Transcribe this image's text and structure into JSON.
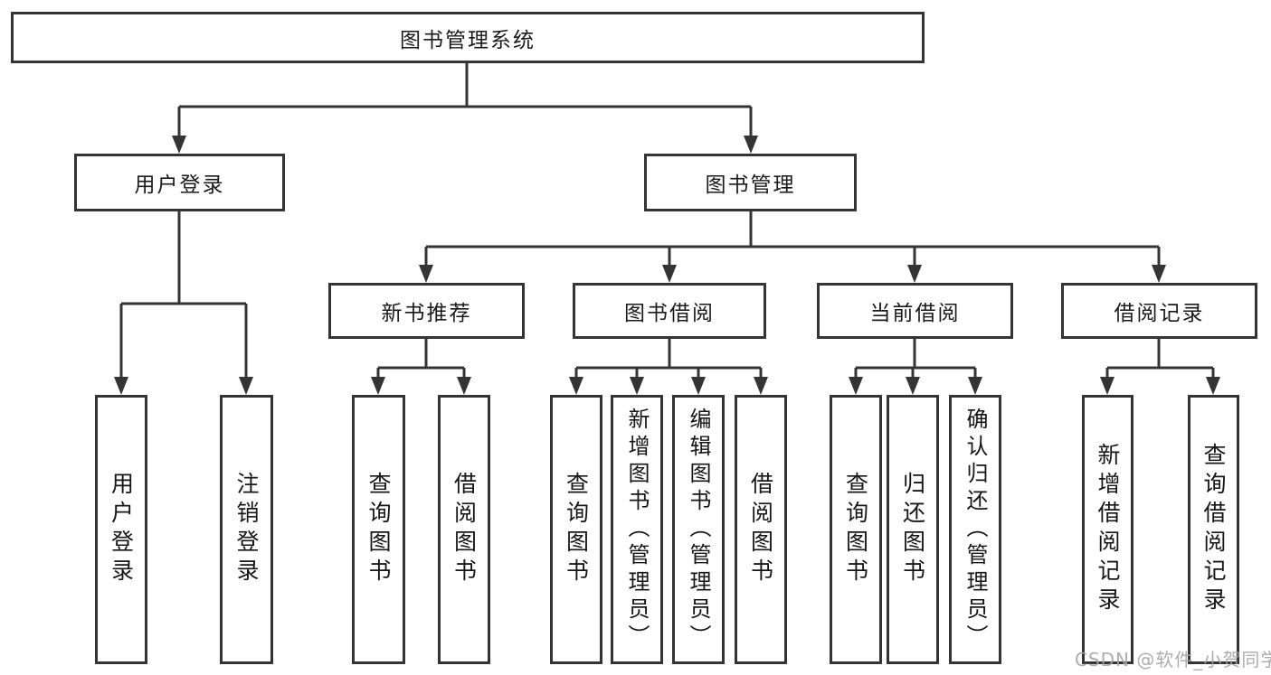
{
  "diagram": {
    "root": {
      "label": "图书管理系统"
    },
    "level2": [
      {
        "label": "用户登录"
      },
      {
        "label": "图书管理"
      }
    ],
    "level3": [
      {
        "label": "新书推荐"
      },
      {
        "label": "图书借阅"
      },
      {
        "label": "当前借阅"
      },
      {
        "label": "借阅记录"
      }
    ],
    "leaves": {
      "user_login": [
        "用户登录",
        "注销登录"
      ],
      "new_book_recommend": [
        "查询图书",
        "借阅图书"
      ],
      "book_borrow": [
        "查询图书",
        "新增图书（管理员）",
        "编辑图书（管理员）",
        "借阅图书"
      ],
      "current_borrow": [
        "查询图书",
        "归还图书",
        "确认归还（管理员）"
      ],
      "borrow_records": [
        "新增借阅记录",
        "查询借阅记录"
      ]
    }
  },
  "watermark": {
    "text": "CSDN @软件_小贺同学"
  },
  "colors": {
    "line": "#343434",
    "border": "#343434",
    "text": "#1a1a1a",
    "background": "#ffffff",
    "watermark": "#a4a4a4"
  }
}
